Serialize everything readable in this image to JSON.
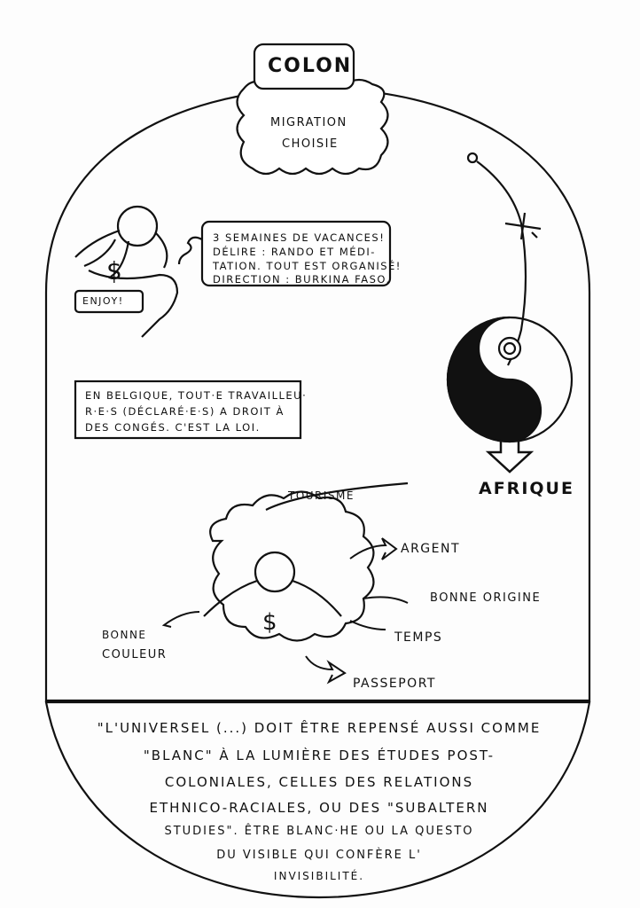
{
  "title": "CoLoN",
  "cloud_label": [
    "Migration",
    "choisie"
  ],
  "speech_bubble": [
    "3 semaines de vacances!",
    "Délire : rando et médi-",
    "tation. Tout est organisé!",
    "Direction : Burkina Faso."
  ],
  "enjoy": "Enjoy!",
  "belgium_box": [
    "En Belgique, tout·e travailleu·",
    "r·e·s (déclaré·e·s) a droit à",
    "des congés. C'est la loi."
  ],
  "destination": "Afrique",
  "tourism": "Tourisme",
  "privileges": [
    "Argent",
    "Bonne origine",
    "Temps",
    "Passeport"
  ],
  "bonne_couleur": [
    "Bonne",
    "couleur"
  ],
  "quote": [
    "\"L'universel (...) doit être repensé aussi comme",
    "\"blanc\" à la lumière des études post-",
    "coloniales, celles des relations",
    "ethnico-raciales, ou des \"Subaltern",
    "studies\". Être blanc·he ou la questo",
    "du visible qui confère l'",
    "invisibilité."
  ]
}
